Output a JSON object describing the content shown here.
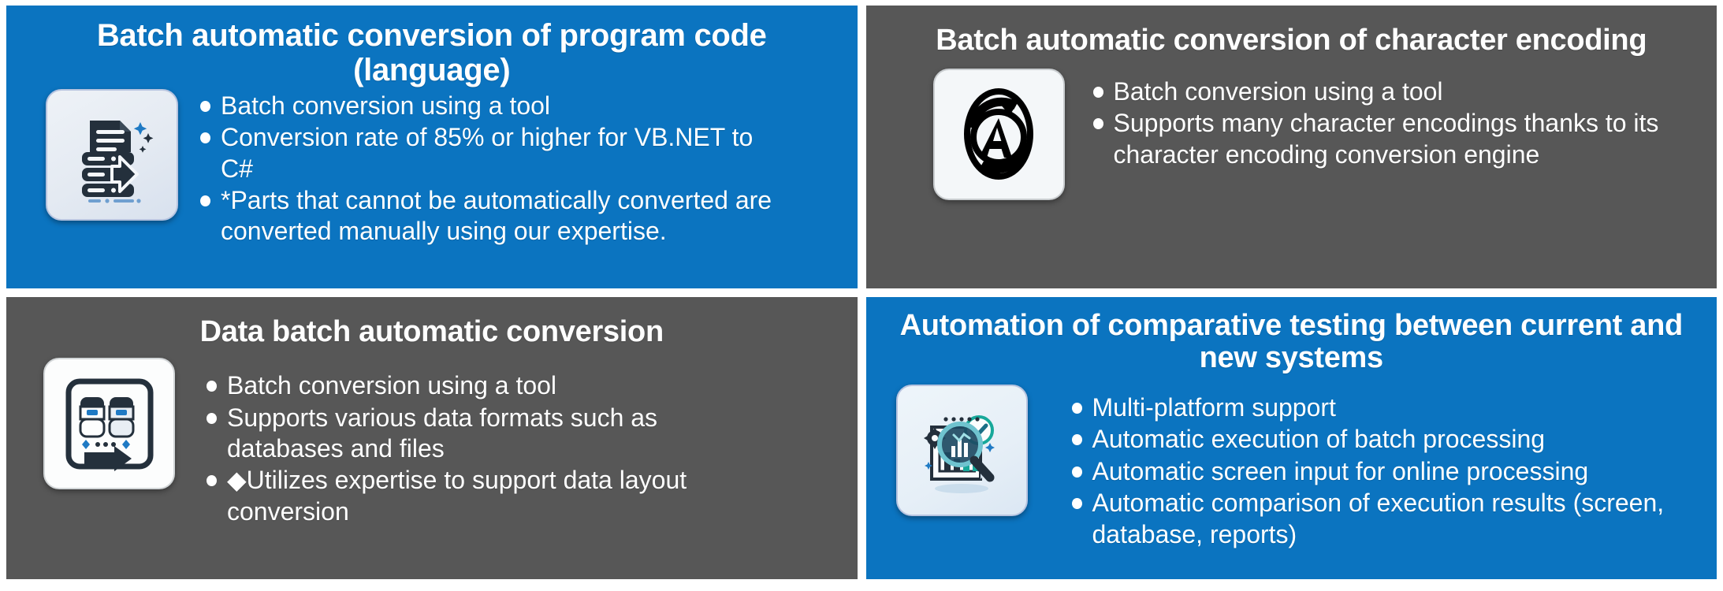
{
  "colors": {
    "blue": "#0b74c0",
    "gray": "#575757",
    "text": "#ffffff",
    "icon_dark": "#24303c",
    "icon_accent": "#1f7ac4",
    "icon_teal": "#17a89a"
  },
  "panels": [
    {
      "id": "program-code-conversion",
      "theme": "blue",
      "title": "Batch automatic conversion of program code (language)",
      "icon": "document-code-convert-icon",
      "bullets": [
        "Batch conversion using a tool",
        "Conversion rate of 85% or higher for VB.NET to C#",
        "*Parts that cannot be automatically converted are converted manually using our expertise."
      ]
    },
    {
      "id": "character-encoding-conversion",
      "theme": "gray",
      "title": "Batch automatic conversion of character encoding",
      "icon": "letter-a-cycle-icon",
      "bullets": [
        "Batch conversion using a tool",
        "Supports many character encodings thanks to its character encoding conversion engine"
      ]
    },
    {
      "id": "data-batch-conversion",
      "theme": "gray",
      "title": "Data batch automatic conversion",
      "icon": "database-transfer-icon",
      "bullets": [
        "Batch conversion using a tool",
        "Supports various data formats such as databases and files",
        "◆Utilizes expertise to support data layout conversion"
      ]
    },
    {
      "id": "comparative-testing-automation",
      "theme": "blue",
      "title": "Automation of comparative testing between current and new systems",
      "icon": "chart-magnifier-check-icon",
      "bullets": [
        "Multi-platform support",
        "Automatic execution of batch processing",
        "Automatic screen input for online processing",
        "Automatic comparison of execution results (screen, database, reports)"
      ]
    }
  ]
}
